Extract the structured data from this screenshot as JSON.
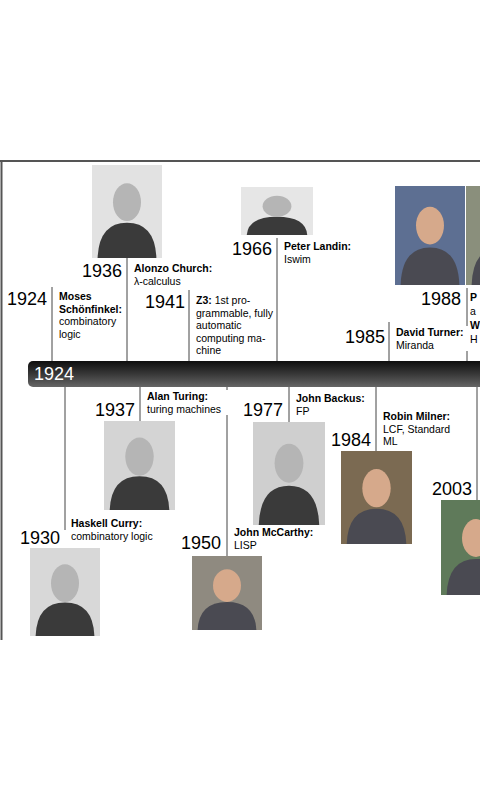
{
  "diagram": {
    "nodes": [
      {
        "text": [
          "1924"
        ]
      }
    ],
    "labels": [
      "1924",
      "Moses Schönfinkel:",
      "combinatory logic",
      "1936",
      "Alonzo Church:",
      "λ-calculus",
      "1941",
      "Z3:",
      "1st pro- grammable, fully automatic computing ma- chine",
      "1966",
      "Peter Landin:",
      "Iswim",
      "1988",
      "P",
      "a",
      "W",
      "H",
      "1985",
      "David Turner:",
      "Miranda",
      "1937",
      "Alan Turing:",
      "turing machines",
      "1977",
      "John Backus:",
      "FP",
      "Robin Milner:",
      "LCF, Standard ML",
      "1984",
      "2003",
      "Haskell Curry:",
      "combinatory logic",
      "1930",
      "John McCarthy:",
      "LISP",
      "1950"
    ]
  }
}
